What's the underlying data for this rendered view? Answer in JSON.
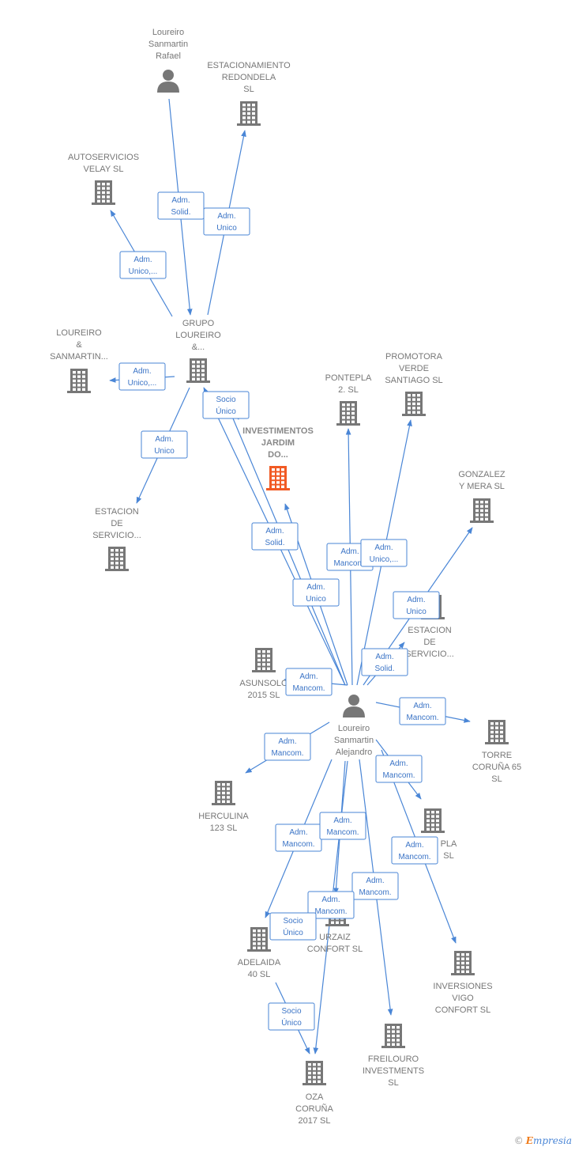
{
  "colors": {
    "building": "#777777",
    "focus": "#f15a24",
    "edge": "#4a86d6",
    "person": "#777777"
  },
  "brand": {
    "copyright": "©",
    "first": "E",
    "rest": "mpresia"
  },
  "nodes": [
    {
      "id": "rafael",
      "kind": "person",
      "lines": [
        "Loureiro",
        "Sanmartin",
        "Rafael"
      ]
    },
    {
      "id": "estac_redondela",
      "kind": "company",
      "lines": [
        "ESTACIONAMIENTO",
        "REDONDELA",
        "SL"
      ]
    },
    {
      "id": "autoserv_velay",
      "kind": "company",
      "lines": [
        "AUTOSERVICIOS",
        "VELAY SL"
      ]
    },
    {
      "id": "grupo_loureiro",
      "kind": "company",
      "lines": [
        "GRUPO",
        "LOUREIRO",
        "&..."
      ]
    },
    {
      "id": "loureiro_sanmartin",
      "kind": "company",
      "lines": [
        "LOUREIRO",
        "&",
        "SANMARTIN..."
      ]
    },
    {
      "id": "estacion_serv1",
      "kind": "company",
      "lines": [
        "ESTACION",
        "DE",
        "SERVICIO..."
      ]
    },
    {
      "id": "investimentos",
      "kind": "focus",
      "lines": [
        "INVESTIMENTOS",
        "JARDIM",
        "DO..."
      ]
    },
    {
      "id": "pontepla2",
      "kind": "company",
      "lines": [
        "PONTEPLA",
        "2.  SL"
      ]
    },
    {
      "id": "promotora",
      "kind": "company",
      "lines": [
        "PROMOTORA",
        "VERDE",
        "SANTIAGO SL"
      ]
    },
    {
      "id": "gonzalez_mera",
      "kind": "company",
      "lines": [
        "GONZALEZ",
        "Y MERA  SL"
      ]
    },
    {
      "id": "estacion_serv2",
      "kind": "company",
      "lines": [
        "ESTACION",
        "DE",
        "SERVICIO..."
      ]
    },
    {
      "id": "asunsolo",
      "kind": "company",
      "lines": [
        "ASUNSOLO",
        "2015  SL"
      ]
    },
    {
      "id": "alejandro",
      "kind": "person",
      "lines": [
        "Loureiro",
        "Sanmartin",
        "Alejandro"
      ]
    },
    {
      "id": "torre",
      "kind": "company",
      "lines": [
        "TORRE",
        "CORUÑA 65",
        "SL"
      ]
    },
    {
      "id": "herculina",
      "kind": "company",
      "lines": [
        "HERCULINA",
        "123  SL"
      ]
    },
    {
      "id": "pla",
      "kind": "company",
      "lines": [
        "PLA",
        "SL"
      ]
    },
    {
      "id": "adelaida",
      "kind": "company",
      "lines": [
        "ADELAIDA",
        "40  SL"
      ]
    },
    {
      "id": "urzaiz",
      "kind": "company",
      "lines": [
        "URZAIZ",
        "CONFORT  SL"
      ]
    },
    {
      "id": "inversiones",
      "kind": "company",
      "lines": [
        "INVERSIONES",
        "VIGO",
        "CONFORT  SL"
      ]
    },
    {
      "id": "freilouro",
      "kind": "company",
      "lines": [
        "FREILOURO",
        "INVESTMENTS",
        "SL"
      ]
    },
    {
      "id": "oza",
      "kind": "company",
      "lines": [
        "OZA",
        "CORUÑA",
        "2017  SL"
      ]
    }
  ],
  "edges": [
    {
      "from": "rafael",
      "to": "grupo_loureiro",
      "lines": [
        "Adm.",
        "Solid."
      ]
    },
    {
      "from": "grupo_loureiro",
      "to": "estac_redondela",
      "lines": [
        "Adm.",
        "Unico"
      ]
    },
    {
      "from": "grupo_loureiro",
      "to": "autoserv_velay",
      "lines": [
        "Adm.",
        "Unico,..."
      ]
    },
    {
      "from": "grupo_loureiro",
      "to": "loureiro_sanmartin",
      "lines": [
        "Adm.",
        "Unico,..."
      ]
    },
    {
      "from": "grupo_loureiro",
      "to": "estacion_serv1",
      "lines": [
        "Adm.",
        "Unico"
      ]
    },
    {
      "from": "alejandro",
      "to": "grupo_loureiro",
      "lines": [
        "Socio",
        "Único"
      ]
    },
    {
      "from": "alejandro",
      "to": "grupo_loureiro",
      "lines": [
        "Adm.",
        "Solid."
      ]
    },
    {
      "from": "alejandro",
      "to": "investimentos",
      "lines": [
        "Adm.",
        "Unico"
      ]
    },
    {
      "from": "alejandro",
      "to": "pontepla2",
      "lines": [
        "Adm.",
        "Mancom."
      ]
    },
    {
      "from": "alejandro",
      "to": "promotora",
      "lines": [
        "Adm.",
        "Unico,..."
      ]
    },
    {
      "from": "alejandro",
      "to": "gonzalez_mera",
      "lines": [
        "Adm.",
        "Unico"
      ]
    },
    {
      "from": "alejandro",
      "to": "estacion_serv2",
      "lines": [
        "Adm.",
        "Solid."
      ]
    },
    {
      "from": "alejandro",
      "to": "asunsolo",
      "lines": [
        "Adm.",
        "Mancom."
      ]
    },
    {
      "from": "alejandro",
      "to": "torre",
      "lines": [
        "Adm.",
        "Mancom."
      ]
    },
    {
      "from": "alejandro",
      "to": "herculina",
      "lines": [
        "Adm.",
        "Mancom."
      ]
    },
    {
      "from": "alejandro",
      "to": "pla",
      "lines": [
        "Adm.",
        "Mancom."
      ]
    },
    {
      "from": "alejandro",
      "to": "inversiones",
      "lines": [
        "Adm.",
        "Mancom."
      ]
    },
    {
      "from": "alejandro",
      "to": "adelaida",
      "lines": [
        "Adm.",
        "Mancom."
      ]
    },
    {
      "from": "alejandro",
      "to": "urzaiz",
      "lines": [
        "Adm.",
        "Mancom."
      ]
    },
    {
      "from": "alejandro",
      "to": "freilouro",
      "lines": [
        "Adm.",
        "Mancom."
      ]
    },
    {
      "from": "alejandro",
      "to": "oza",
      "lines": [
        "Adm.",
        "Mancom."
      ]
    },
    {
      "from": "adelaida",
      "to": "urzaiz",
      "lines": [
        "Socio",
        "Único"
      ]
    },
    {
      "from": "adelaida",
      "to": "oza",
      "lines": [
        "Socio",
        "Único"
      ]
    }
  ]
}
